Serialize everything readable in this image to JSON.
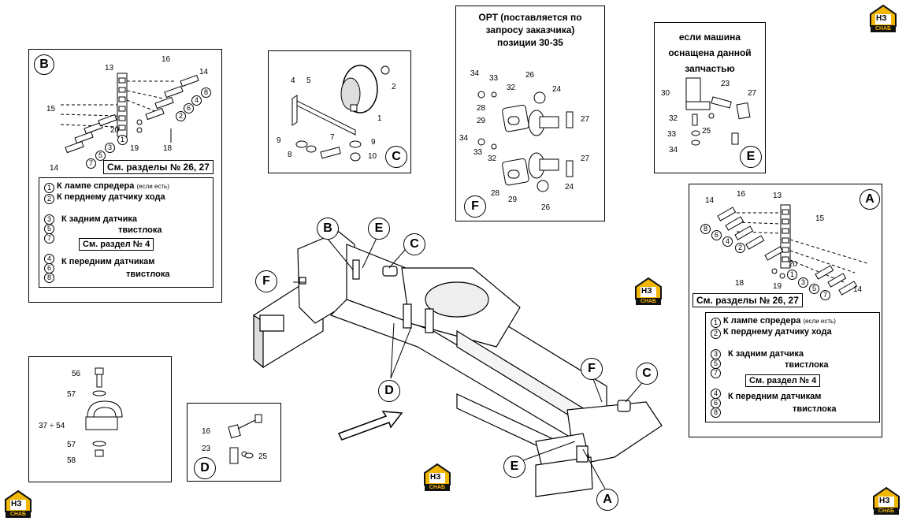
{
  "logo_text": "НЗ",
  "logo_sub": "СНАБ",
  "panel_B": {
    "letter": "B",
    "callouts_top": [
      "13",
      "16",
      "14",
      "8",
      "4",
      "6",
      "2"
    ],
    "callouts_left": [
      "15",
      "20",
      "19",
      "18",
      "1",
      "3",
      "5",
      "7",
      "14"
    ],
    "ref": "См. разделы № 26, 27",
    "legend": [
      {
        "nums": [
          "1"
        ],
        "text": "К лампе спредера",
        "note": "(если есть)"
      },
      {
        "nums": [
          "2"
        ],
        "text": "К перднему датчику хода",
        "note": ""
      },
      {
        "nums": [
          "3",
          "5",
          "7"
        ],
        "text": "К задним датчика",
        "text2": "твистлока"
      },
      {
        "nums": [
          "4",
          "6",
          "8"
        ],
        "text": "К передним датчикам",
        "text2": "твистлока"
      }
    ],
    "legend_ref": "См. раздел № 4"
  },
  "panel_A": {
    "letter": "A",
    "ref": "См. разделы № 26, 27",
    "legend": [
      {
        "nums": [
          "1"
        ],
        "text": "К лампе спредера",
        "note": "(если есть)"
      },
      {
        "nums": [
          "2"
        ],
        "text": "К перднему датчику хода",
        "note": ""
      },
      {
        "nums": [
          "3",
          "5",
          "7"
        ],
        "text": "К задним датчика",
        "text2": "твистлока"
      },
      {
        "nums": [
          "4",
          "6",
          "8"
        ],
        "text": "К передним датчикам",
        "text2": "твистлока"
      }
    ],
    "legend_ref": "См. раздел № 4"
  },
  "panel_C": {
    "letter": "C",
    "nums": [
      "4",
      "5",
      "1",
      "2",
      "9",
      "8",
      "7",
      "9",
      "10"
    ]
  },
  "panel_F": {
    "title": "ОРТ (поставляется по запросу заказчика) позиции 30-35",
    "letter": "F",
    "nums": [
      "34",
      "33",
      "32",
      "26",
      "24",
      "28",
      "29",
      "27",
      "34",
      "33",
      "32",
      "27",
      "28",
      "29",
      "24",
      "26"
    ]
  },
  "panel_E": {
    "title": "если машина оснащена данной запчастью",
    "letter": "E",
    "nums": [
      "30",
      "23",
      "27",
      "32",
      "25",
      "33",
      "34"
    ]
  },
  "panel_G": {
    "nums": [
      "56",
      "57",
      "37 ÷ 54",
      "57",
      "58"
    ]
  },
  "panel_D": {
    "letter": "D",
    "nums": [
      "16",
      "23",
      "25"
    ]
  },
  "main_labels": [
    "B",
    "E",
    "C",
    "F",
    "D",
    "F",
    "C",
    "E",
    "A"
  ]
}
